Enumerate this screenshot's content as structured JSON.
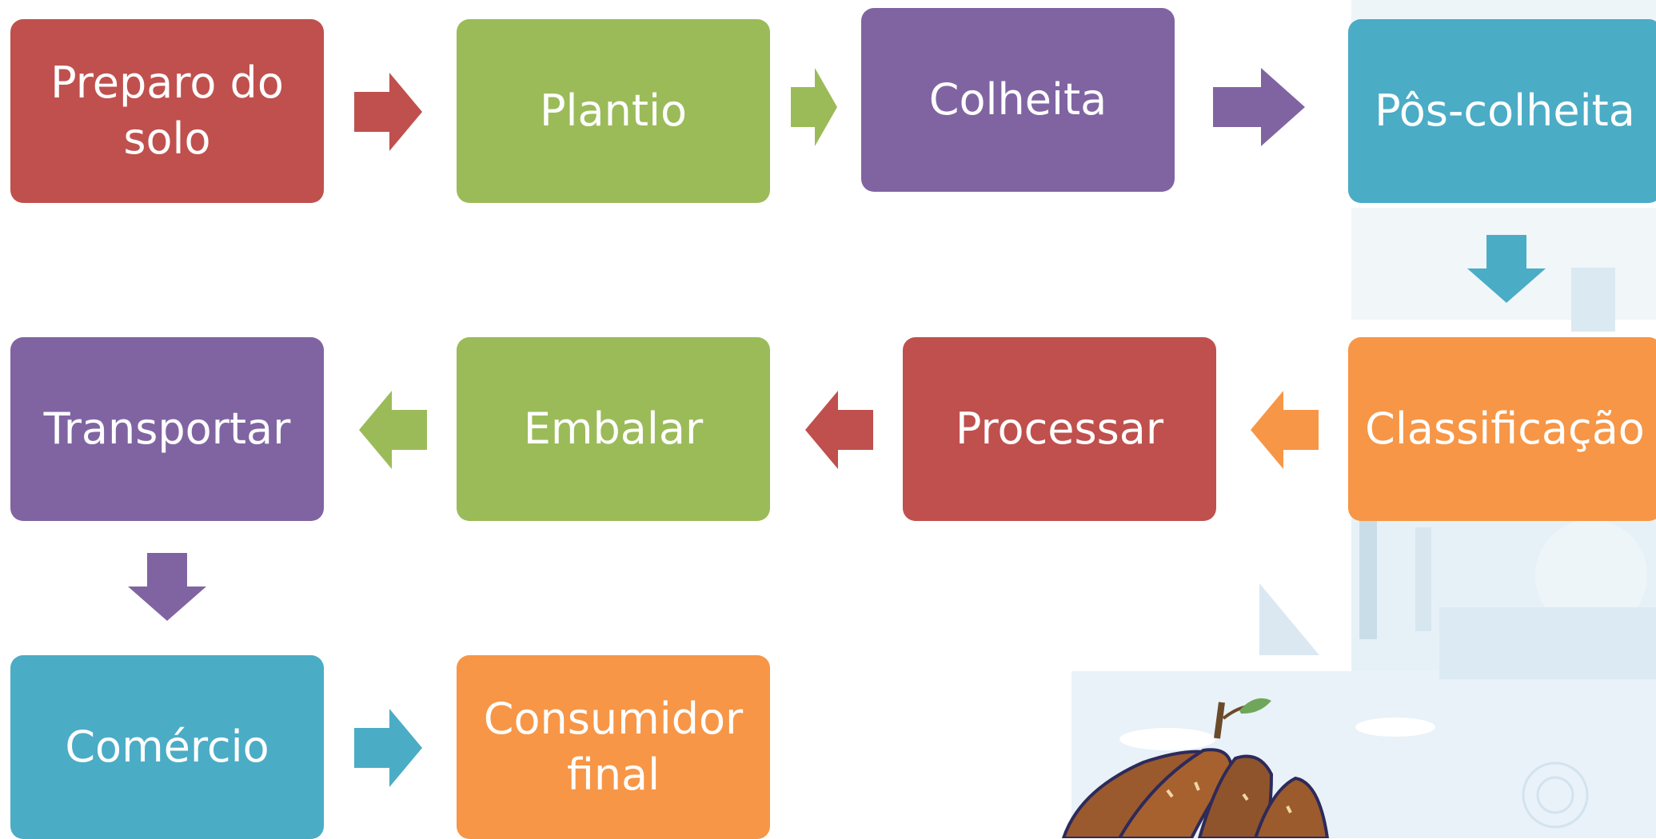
{
  "colors": {
    "red": "#C0504D",
    "green": "#9BBB59",
    "purple": "#8064A2",
    "blue": "#4BACC6",
    "orange": "#F79646"
  },
  "steps": [
    {
      "id": "preparo",
      "label": "Preparo do\nsolo",
      "color": "red"
    },
    {
      "id": "plantio",
      "label": "Plantio",
      "color": "green"
    },
    {
      "id": "colheita",
      "label": "Colheita",
      "color": "purple"
    },
    {
      "id": "pos-colheita",
      "label": "Pôs-colheita",
      "color": "blue"
    },
    {
      "id": "classificacao",
      "label": "Classificação",
      "color": "orange"
    },
    {
      "id": "processar",
      "label": "Processar",
      "color": "red"
    },
    {
      "id": "embalar",
      "label": "Embalar",
      "color": "green"
    },
    {
      "id": "transportar",
      "label": "Transportar",
      "color": "purple"
    },
    {
      "id": "comercio",
      "label": "Comércio",
      "color": "blue"
    },
    {
      "id": "consumidor",
      "label": "Consumidor\nfinal",
      "color": "orange"
    }
  ],
  "connectors": [
    {
      "from": "preparo",
      "to": "plantio",
      "direction": "right",
      "color": "red"
    },
    {
      "from": "plantio",
      "to": "colheita",
      "direction": "right",
      "color": "green"
    },
    {
      "from": "colheita",
      "to": "pos-colheita",
      "direction": "right",
      "color": "purple"
    },
    {
      "from": "pos-colheita",
      "to": "classificacao",
      "direction": "down",
      "color": "blue"
    },
    {
      "from": "classificacao",
      "to": "processar",
      "direction": "left",
      "color": "orange"
    },
    {
      "from": "processar",
      "to": "embalar",
      "direction": "left",
      "color": "red"
    },
    {
      "from": "embalar",
      "to": "transportar",
      "direction": "left",
      "color": "green"
    },
    {
      "from": "transportar",
      "to": "comercio",
      "direction": "down",
      "color": "purple"
    },
    {
      "from": "comercio",
      "to": "consumidor",
      "direction": "right",
      "color": "blue"
    }
  ]
}
